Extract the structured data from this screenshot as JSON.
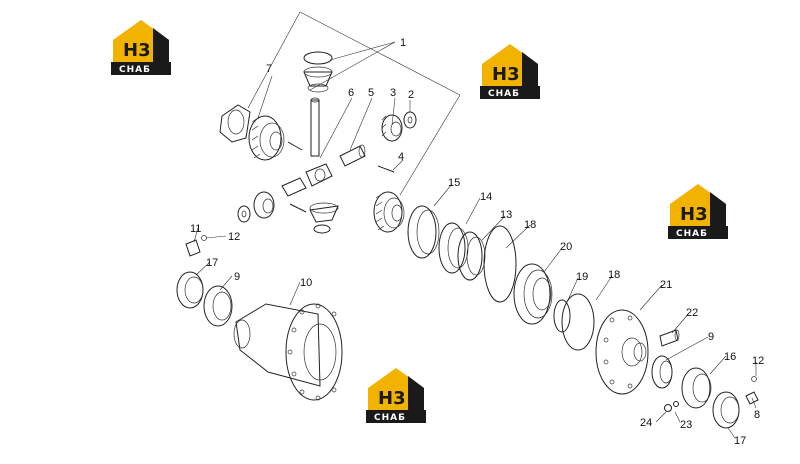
{
  "logo": {
    "top_text": "H3",
    "bottom_text": "СНАБ",
    "accent_color": "#f2b200"
  },
  "callouts": [
    {
      "id": "c1",
      "text": "1"
    },
    {
      "id": "c7",
      "text": "7"
    },
    {
      "id": "c6",
      "text": "6"
    },
    {
      "id": "c5",
      "text": "5"
    },
    {
      "id": "c3",
      "text": "3"
    },
    {
      "id": "c2",
      "text": "2"
    },
    {
      "id": "c4",
      "text": "4"
    },
    {
      "id": "c15",
      "text": "15"
    },
    {
      "id": "c14",
      "text": "14"
    },
    {
      "id": "c13",
      "text": "13"
    },
    {
      "id": "c18a",
      "text": "18"
    },
    {
      "id": "c20",
      "text": "20"
    },
    {
      "id": "c19",
      "text": "19"
    },
    {
      "id": "c18b",
      "text": "18"
    },
    {
      "id": "c21",
      "text": "21"
    },
    {
      "id": "c11",
      "text": "11"
    },
    {
      "id": "c12a",
      "text": "12"
    },
    {
      "id": "c17a",
      "text": "17"
    },
    {
      "id": "c9a",
      "text": "9"
    },
    {
      "id": "c10",
      "text": "10"
    },
    {
      "id": "c22",
      "text": "22"
    },
    {
      "id": "c9b",
      "text": "9"
    },
    {
      "id": "c16",
      "text": "16"
    },
    {
      "id": "c12b",
      "text": "12"
    },
    {
      "id": "c8",
      "text": "8"
    },
    {
      "id": "c24",
      "text": "24"
    },
    {
      "id": "c23",
      "text": "23"
    },
    {
      "id": "c17b",
      "text": "17"
    }
  ]
}
